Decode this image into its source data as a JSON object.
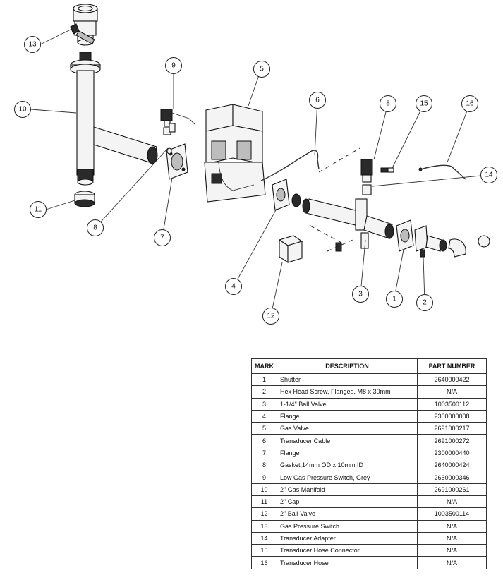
{
  "diagram": {
    "callouts": [
      "1",
      "2",
      "3",
      "4",
      "5",
      "6",
      "7",
      "8",
      "8",
      "9",
      "10",
      "11",
      "12",
      "13",
      "14",
      "15",
      "16"
    ]
  },
  "table": {
    "headers": {
      "mark": "MARK",
      "description": "DESCRIPTION",
      "part_number": "PART NUMBER"
    },
    "rows": [
      {
        "mark": "1",
        "description": "Shutter",
        "part_number": "2640000422"
      },
      {
        "mark": "2",
        "description": "Hex Head Screw, Flanged, M8 x 30mm",
        "part_number": "N/A"
      },
      {
        "mark": "3",
        "description": "1-1/4\" Ball Valve",
        "part_number": "1003500112"
      },
      {
        "mark": "4",
        "description": "Flange",
        "part_number": "2300000008"
      },
      {
        "mark": "5",
        "description": "Gas Valve",
        "part_number": "2691000217"
      },
      {
        "mark": "6",
        "description": "Transducer Cable",
        "part_number": "2691000272"
      },
      {
        "mark": "7",
        "description": "Flange",
        "part_number": "2300000440"
      },
      {
        "mark": "8",
        "description": "Gasket,14mm OD x 10mm ID",
        "part_number": "2640000424"
      },
      {
        "mark": "9",
        "description": "Low Gas Pressure Switch, Grey",
        "part_number": "2660000346"
      },
      {
        "mark": "10",
        "description": "2\" Gas Manifold",
        "part_number": "2691000261"
      },
      {
        "mark": "11",
        "description": "2\" Cap",
        "part_number": "N/A"
      },
      {
        "mark": "12",
        "description": "2\" Ball Valve",
        "part_number": "1003500114"
      },
      {
        "mark": "13",
        "description": "Gas Pressure Switch",
        "part_number": "N/A"
      },
      {
        "mark": "14",
        "description": "Transducer Adapter",
        "part_number": "N/A"
      },
      {
        "mark": "15",
        "description": "Transducer Hose Connector",
        "part_number": "N/A"
      },
      {
        "mark": "16",
        "description": "Transducer Hose",
        "part_number": "N/A"
      }
    ]
  }
}
